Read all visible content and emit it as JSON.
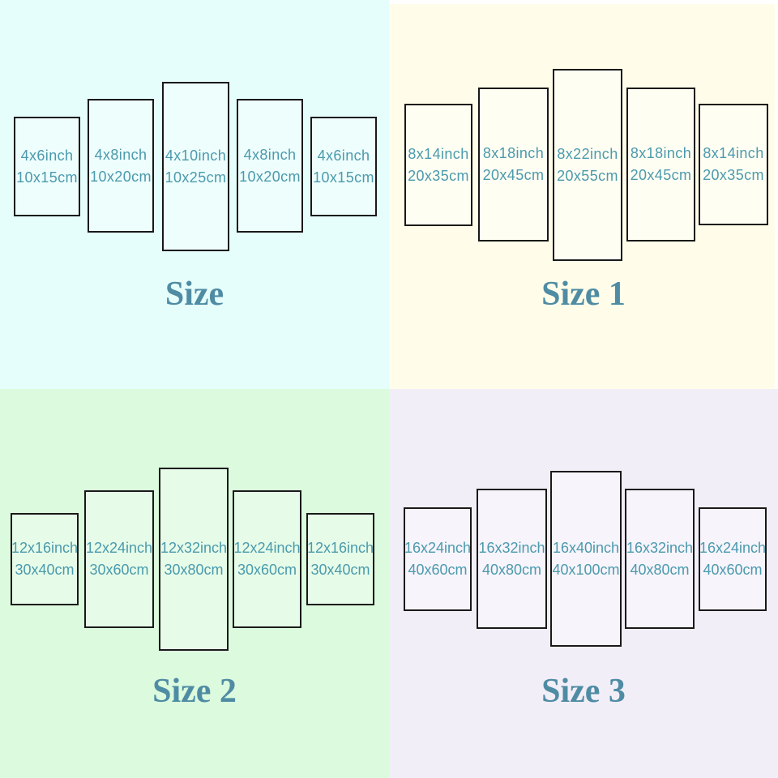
{
  "image_title": "5-panel canvas wall art size chart",
  "colors": {
    "label_text": "#4b9aad",
    "title_text": "#4f8ca4",
    "panel_border": "#191919",
    "quadrant_backgrounds": [
      "#e5fdfb",
      "#fffde9",
      "#dcfadd",
      "#f2eef8"
    ]
  },
  "quadrants": [
    {
      "title": "Size",
      "background": "#e5fdfb",
      "panels": [
        {
          "inch": "4x6inch",
          "cm": "10x15cm"
        },
        {
          "inch": "4x8inch",
          "cm": "10x20cm"
        },
        {
          "inch": "4x10inch",
          "cm": "10x25cm"
        },
        {
          "inch": "4x8inch",
          "cm": "10x20cm"
        },
        {
          "inch": "4x6inch",
          "cm": "10x15cm"
        }
      ]
    },
    {
      "title": "Size 1",
      "background": "#fffde9",
      "panels": [
        {
          "inch": "8x14inch",
          "cm": "20x35cm"
        },
        {
          "inch": "8x18inch",
          "cm": "20x45cm"
        },
        {
          "inch": "8x22inch",
          "cm": "20x55cm"
        },
        {
          "inch": "8x18inch",
          "cm": "20x45cm"
        },
        {
          "inch": "8x14inch",
          "cm": "20x35cm"
        }
      ]
    },
    {
      "title": "Size 2",
      "background": "#dcfadd",
      "panels": [
        {
          "inch": "12x16inch",
          "cm": "30x40cm"
        },
        {
          "inch": "12x24inch",
          "cm": "30x60cm"
        },
        {
          "inch": "12x32inch",
          "cm": "30x80cm"
        },
        {
          "inch": "12x24inch",
          "cm": "30x60cm"
        },
        {
          "inch": "12x16inch",
          "cm": "30x40cm"
        }
      ]
    },
    {
      "title": "Size 3",
      "background": "#f2eef8",
      "panels": [
        {
          "inch": "16x24inch",
          "cm": "40x60cm"
        },
        {
          "inch": "16x32inch",
          "cm": "40x80cm"
        },
        {
          "inch": "16x40inch",
          "cm": "40x100cm"
        },
        {
          "inch": "16x32inch",
          "cm": "40x80cm"
        },
        {
          "inch": "16x24inch",
          "cm": "40x60cm"
        }
      ]
    }
  ]
}
